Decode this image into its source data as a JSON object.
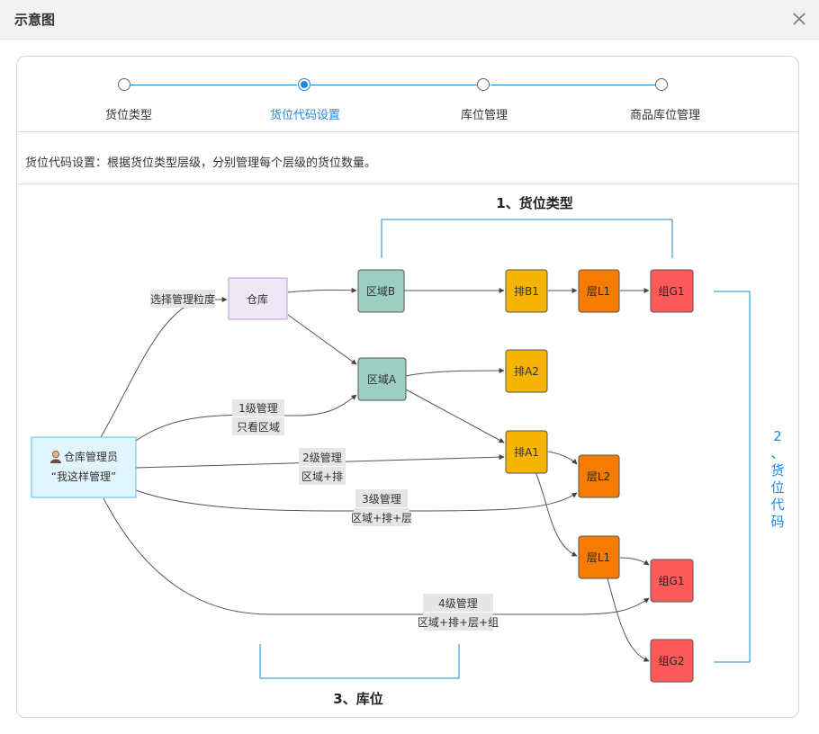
{
  "dialog": {
    "title": "示意图"
  },
  "steps": [
    {
      "label": "货位类型",
      "active": false
    },
    {
      "label": "货位代码设置",
      "active": true
    },
    {
      "label": "库位管理",
      "active": false
    },
    {
      "label": "商品库位管理",
      "active": false
    }
  ],
  "description": "货位代码设置：根据货位类型层级，分别管理每个层级的货位数量。",
  "diagram": {
    "bracket_top_label": "1、货位类型",
    "bracket_right_label": "2、货位代码",
    "bracket_bottom_label": "3、库位",
    "nodes": {
      "manager_line1": "仓库管理员",
      "manager_line2": "“我这样管理”",
      "warehouse": "仓库",
      "zone_b": "区域B",
      "zone_a": "区域A",
      "row_b1": "排B1",
      "row_a2": "排A2",
      "row_a1": "排A1",
      "layer_l1_top": "层L1",
      "layer_l2": "层L2",
      "layer_l1_mid": "层L1",
      "group_g1_top": "组G1",
      "group_g1_mid": "组G1",
      "group_g2": "组G2"
    },
    "edge_labels": {
      "granularity": "选择管理粒度",
      "level1_a": "1级管理",
      "level1_b": "只看区域",
      "level2_a": "2级管理",
      "level2_b": "区域+排",
      "level3_a": "3级管理",
      "level3_b": "区域+排+层",
      "level4_a": "4级管理",
      "level4_b": "区域+排+层+组"
    }
  },
  "colors": {
    "accent": "#1e88e5",
    "bracket": "#1e88c8",
    "manager_fill": "#e1f5fe",
    "manager_border": "#4fc3f7",
    "warehouse_fill": "#ede7f6",
    "warehouse_border": "#b39ddb",
    "zone_fill": "#9ccfc2",
    "row_fill": "#f5b400",
    "layer_fill": "#f57c00",
    "group_fill": "#ff5a5a"
  }
}
